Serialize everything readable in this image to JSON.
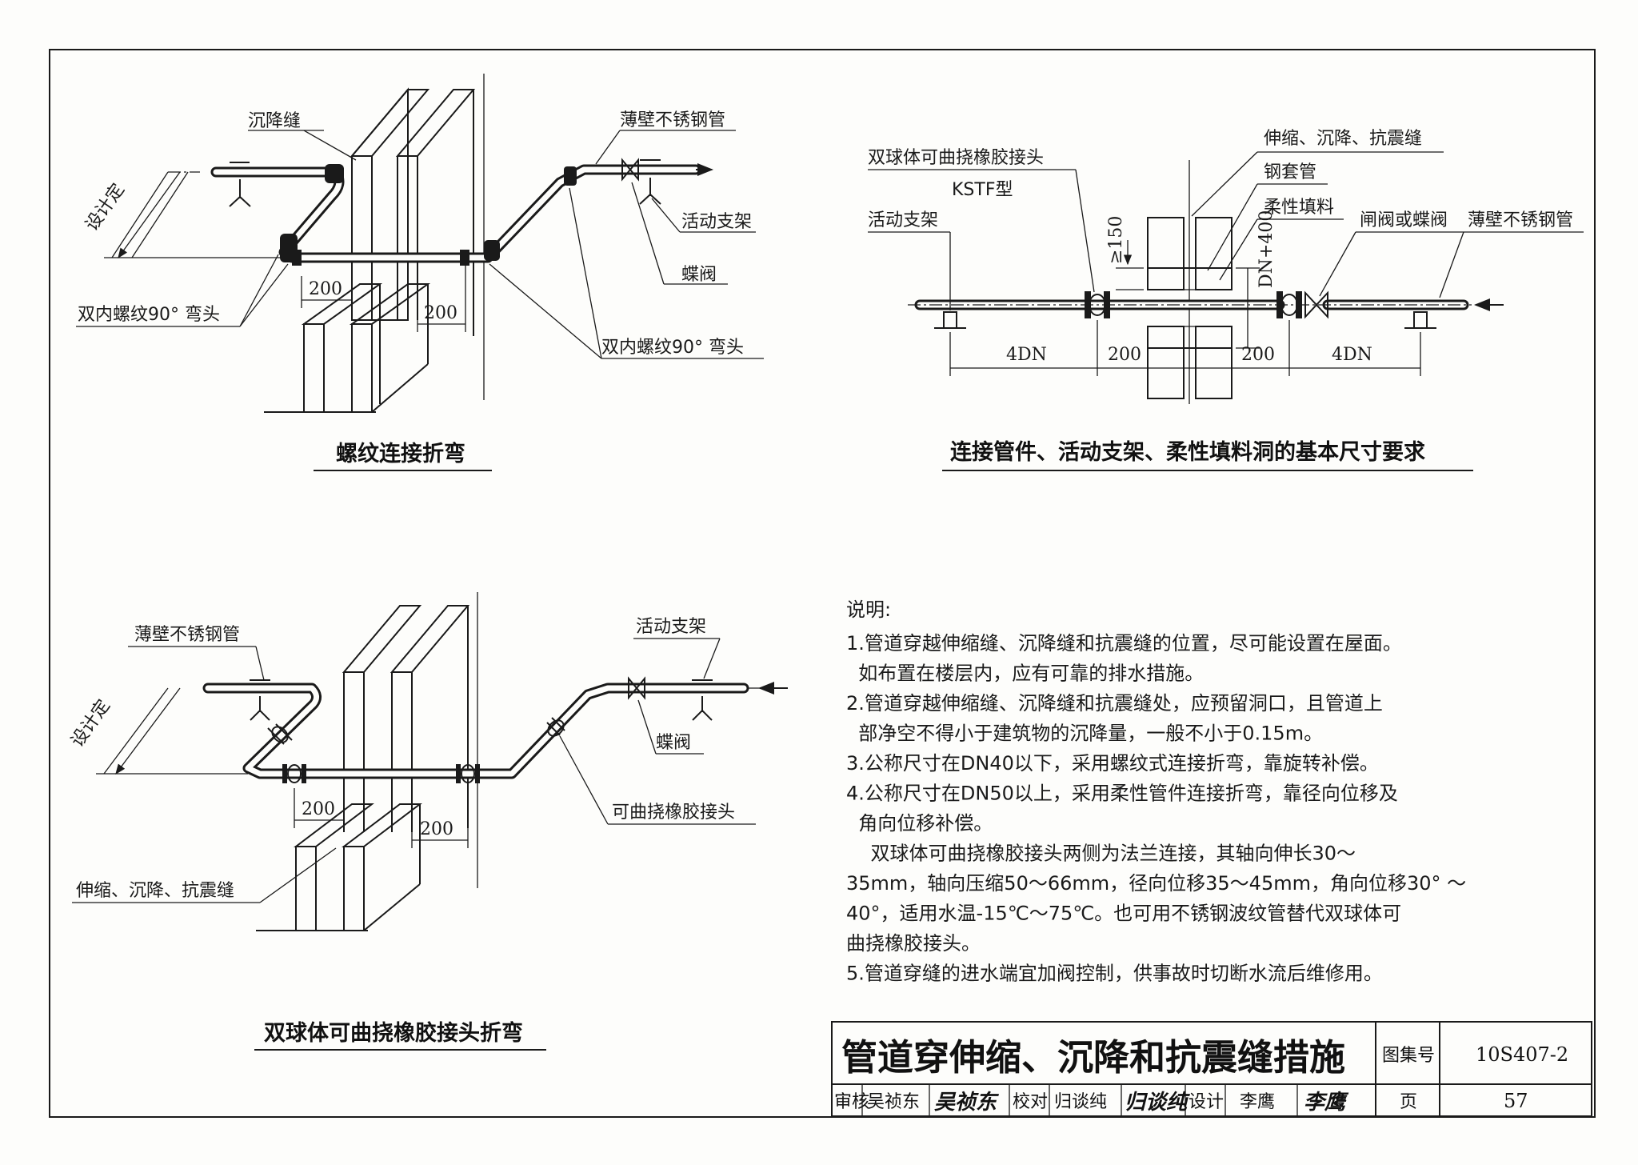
{
  "diagram_top_left": {
    "caption": "螺纹连接折弯",
    "labels": {
      "settlement_joint": "沉降缝",
      "thin_wall_pipe": "薄壁不锈钢管",
      "design_defined": "设计定",
      "movable_support": "活动支架",
      "butterfly_valve": "蝶阀",
      "elbow_left": "双内螺纹90° 弯头",
      "elbow_right": "双内螺纹90° 弯头"
    },
    "dimensions": [
      "200",
      "200"
    ]
  },
  "diagram_top_right": {
    "caption": "连接管件、活动支架、柔性填料洞的基本尺寸要求",
    "labels": {
      "joint_name": "双球体可曲挠橡胶接头",
      "joint_type": "KSTF型",
      "movable_support": "活动支架",
      "expansion_joint": "伸缩、沉降、抗震缝",
      "steel_sleeve": "钢套管",
      "flexible_filler": "柔性填料",
      "gate_or_butterfly": "闸阀或蝶阀",
      "thin_wall_pipe": "薄壁不锈钢管"
    },
    "dimensions": {
      "clearance": "≥150",
      "opening": "DN+400",
      "left_4dn": "4DN",
      "left_200": "200",
      "right_200": "200",
      "right_4dn": "4DN"
    }
  },
  "diagram_bottom_left": {
    "caption": "双球体可曲挠橡胶接头折弯",
    "labels": {
      "thin_wall_pipe": "薄壁不锈钢管",
      "design_defined": "设计定",
      "movable_support": "活动支架",
      "butterfly_valve": "蝶阀",
      "rubber_joint": "可曲挠橡胶接头",
      "expansion_joint": "伸缩、沉降、抗震缝"
    },
    "dimensions": [
      "200",
      "200"
    ]
  },
  "notes": {
    "heading": "说明:",
    "lines": [
      "1.管道穿越伸缩缝、沉降缝和抗震缝的位置，尽可能设置在屋面。",
      "  如布置在楼层内，应有可靠的排水措施。",
      "2.管道穿越伸缩缝、沉降缝和抗震缝处，应预留洞口，且管道上",
      "  部净空不得小于建筑物的沉降量，一般不小于0.15m。",
      "3.公称尺寸在DN40以下，采用螺纹式连接折弯，靠旋转补偿。",
      "4.公称尺寸在DN50以上，采用柔性管件连接折弯，靠径向位移及",
      "  角向位移补偿。",
      "    双球体可曲挠橡胶接头两侧为法兰连接，其轴向伸长30～",
      "35mm，轴向压缩50～66mm，径向位移35～45mm，角向位移30° ～",
      "40°，适用水温-15℃～75℃。也可用不锈钢波纹管替代双球体可",
      "曲挠橡胶接头。",
      "5.管道穿缝的进水端宜加阀控制，供事故时切断水流后维修用。"
    ]
  },
  "title_block": {
    "title": "管道穿伸缩、沉降和抗震缝措施",
    "atlas_label": "图集号",
    "atlas_no": "10S407-2",
    "review_label": "审核",
    "reviewer": "吴祯东",
    "reviewer_sig": "吴祯东",
    "check_label": "校对",
    "checker": "归谈纯",
    "checker_sig": "归谈纯",
    "design_label": "设计",
    "designer": "李鹰",
    "designer_sig": "李鹰",
    "page_label": "页",
    "page_no": "57"
  }
}
